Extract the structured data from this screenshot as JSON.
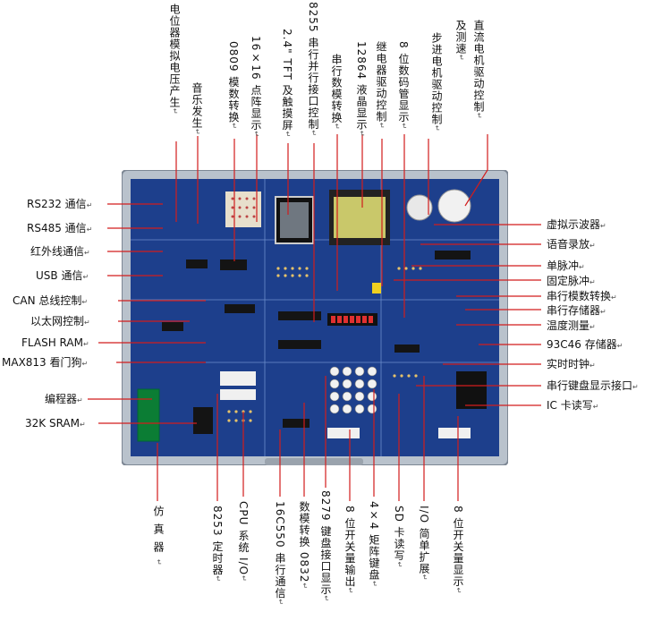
{
  "top_labels": [
    {
      "id": "pot",
      "text": "电位器模拟电压产生"
    },
    {
      "id": "music",
      "text": "音乐发生"
    },
    {
      "id": "adc0809",
      "text": "0809 模数转换"
    },
    {
      "id": "dot",
      "text": "16×16 点阵显示"
    },
    {
      "id": "tft",
      "text": "2.4\" TFT 及触摸屏"
    },
    {
      "id": "p8255",
      "text": "8255 串行并行接口控制"
    },
    {
      "id": "serialad",
      "text": "串行数模转换"
    },
    {
      "id": "lcd12864",
      "text": "12864 液晶显示"
    },
    {
      "id": "relay",
      "text": "继电器驱动控制"
    },
    {
      "id": "seg8",
      "text": "8 位数码管显示"
    },
    {
      "id": "stepper",
      "text": "步进电机驱动控制"
    },
    {
      "id": "dcmotor_a",
      "text": "直流电机驱动控制"
    },
    {
      "id": "dcmotor_b",
      "text": "及测速"
    }
  ],
  "left_labels": [
    {
      "id": "rs232",
      "text": "RS232 通信"
    },
    {
      "id": "rs485",
      "text": "RS485 通信"
    },
    {
      "id": "ir",
      "text": "红外线通信"
    },
    {
      "id": "usb",
      "text": "USB 通信"
    },
    {
      "id": "can",
      "text": "CAN 总线控制"
    },
    {
      "id": "eth",
      "text": "以太网控制"
    },
    {
      "id": "flash",
      "text": "FLASH RAM"
    },
    {
      "id": "max813",
      "text": "MAX813 看门狗"
    },
    {
      "id": "prog",
      "text": "编程器"
    },
    {
      "id": "sram",
      "text": "32K SRAM"
    }
  ],
  "right_labels": [
    {
      "id": "osc",
      "text": "虚拟示波器"
    },
    {
      "id": "voice",
      "text": "语音录放"
    },
    {
      "id": "single",
      "text": "单脉冲"
    },
    {
      "id": "fixed",
      "text": "固定脉冲"
    },
    {
      "id": "serda",
      "text": "串行模数转换"
    },
    {
      "id": "sermem",
      "text": "串行存储器"
    },
    {
      "id": "temp",
      "text": "温度测量"
    },
    {
      "id": "e93c46",
      "text": "93C46 存储器"
    },
    {
      "id": "rtc",
      "text": "实时时钟"
    },
    {
      "id": "kbd",
      "text": "串行键盘显示接口"
    },
    {
      "id": "ic",
      "text": "IC 卡读写"
    }
  ],
  "bottom_labels": [
    {
      "id": "sim",
      "text": "仿真器"
    },
    {
      "id": "t8253",
      "text": "8253 定时器"
    },
    {
      "id": "cpuio",
      "text": "CPU 系统 I/O"
    },
    {
      "id": "c16550",
      "text": "16C550 串行通信"
    },
    {
      "id": "da0832",
      "text": "数模转换 0832"
    },
    {
      "id": "k8279",
      "text": "8279 键盘接口显示"
    },
    {
      "id": "sw8out",
      "text": "8 位开关量输出"
    },
    {
      "id": "kb4x4",
      "text": "4×4 矩阵键盘"
    },
    {
      "id": "sd",
      "text": "SD 卡读写"
    },
    {
      "id": "ioext",
      "text": "I/O 简单扩展"
    },
    {
      "id": "sw8disp",
      "text": "8 位开关量显示"
    }
  ],
  "colors": {
    "board": "#1d3f8c",
    "frame": "#b9c2cc",
    "leader": "#d21c1c",
    "lcd": "#c9c86a",
    "segment": "#e03030"
  },
  "suffix_mark": "↵"
}
